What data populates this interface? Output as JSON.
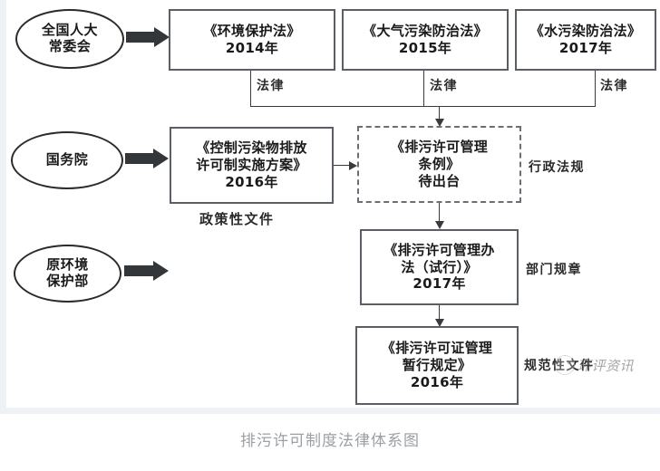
{
  "diagram": {
    "caption": "排污许可制度法律体系图",
    "authorities": [
      {
        "id": "npc",
        "label": "全国人大\n常委会"
      },
      {
        "id": "state-council",
        "label": "国务院"
      },
      {
        "id": "mep",
        "label": "原环境\n保护部"
      }
    ],
    "laws": [
      {
        "id": "law-epl",
        "title": "《环境保护法》",
        "year": "2014年",
        "tier": "法律"
      },
      {
        "id": "law-apl",
        "title": "《大气污染防治法》",
        "year": "2015年",
        "tier": "法律"
      },
      {
        "id": "law-wpl",
        "title": "《水污染防治法》",
        "year": "2017年",
        "tier": "法律"
      }
    ],
    "documents": [
      {
        "id": "doc-policy",
        "lines": [
          "《控制污染物排放",
          "许可制实施方案》",
          "2016年"
        ],
        "tier": "政策性文件",
        "status": "enacted"
      },
      {
        "id": "doc-regulation",
        "lines": [
          "《排污许可管理",
          "条例》",
          "待出台"
        ],
        "tier": "行政法规",
        "status": "pending"
      },
      {
        "id": "doc-measures",
        "lines": [
          "《排污许可管理办",
          "法（试行）》",
          "2017年"
        ],
        "tier": "部门规章",
        "status": "enacted"
      },
      {
        "id": "doc-provisions",
        "lines": [
          "《排污许可证管理",
          "暂行规定》",
          "2016年"
        ],
        "tier": "规范性文件",
        "status": "enacted"
      }
    ],
    "watermark": "环评资讯",
    "colors": {
      "arrow_fill": "#333739",
      "box_border": "#5a5f66",
      "ellipse_border": "#2b2b2b",
      "caption_text": "#9aa0a6",
      "dashed_border": "#6a6f76"
    }
  }
}
